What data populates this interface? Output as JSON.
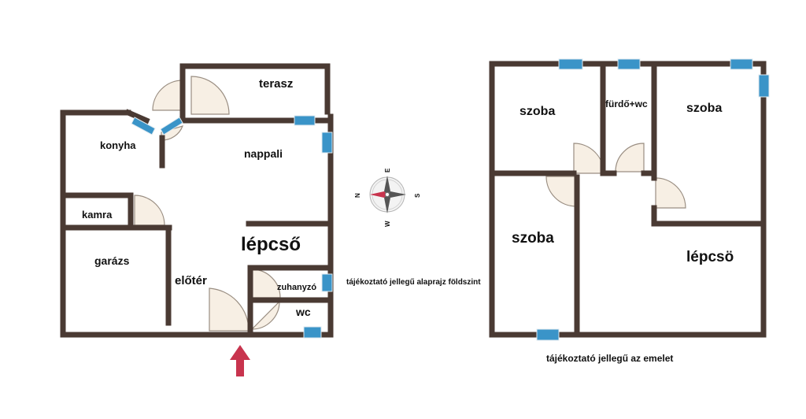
{
  "colors": {
    "wall": "#4a3a33",
    "window": "#3a94c8",
    "door_fill": "#f7efe4",
    "door_line": "#9a8e82",
    "arrow": "#c8344e",
    "compass_needle": "#c8344e"
  },
  "ground_floor": {
    "rooms": {
      "terasz": "terasz",
      "konyha": "konyha",
      "nappali": "nappali",
      "kamra": "kamra",
      "garazs": "garázs",
      "lepcso": "lépcső",
      "eloter": "előtér",
      "zuhanyzo": "zuhanyzó",
      "wc": "wc"
    },
    "caption": "tájékoztató jellegű alaprajz földszint",
    "entrance_arrow_icon": "entrance-arrow-icon"
  },
  "upper_floor": {
    "rooms": {
      "szoba_top_left": "szoba",
      "furdo_wc": "fürdő+wc",
      "szoba_top_right": "szoba",
      "szoba_left": "szoba",
      "lepcso": "lépcsö"
    },
    "caption": "tájékoztató jellegű az emelet"
  },
  "compass": {
    "icon": "compass-icon",
    "N": "N",
    "E": "E",
    "S": "S",
    "W": "W"
  }
}
